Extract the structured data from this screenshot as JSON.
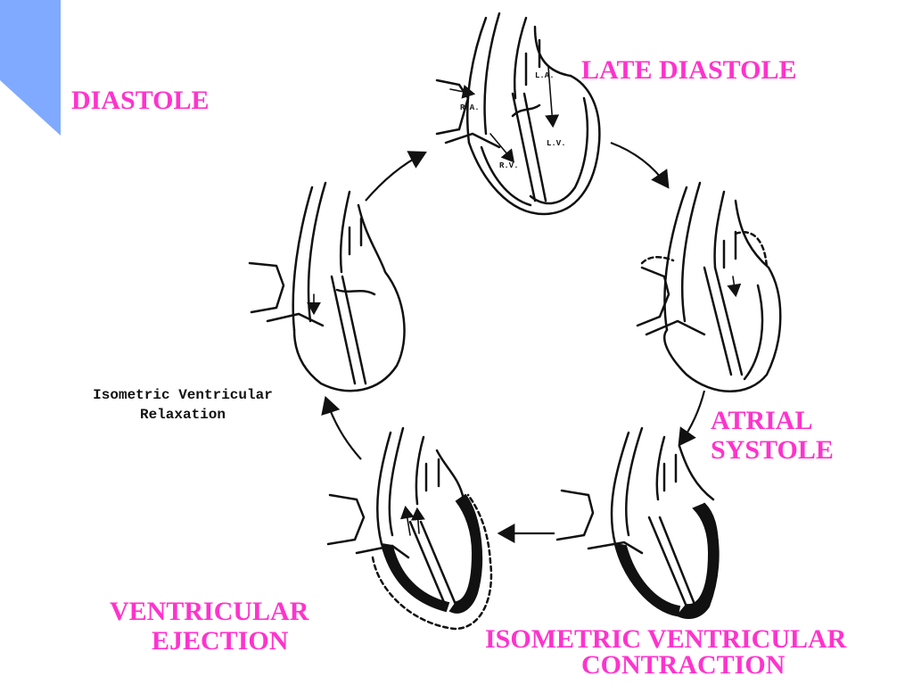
{
  "labels": {
    "diastole": "DIASTOLE",
    "late_diastole": "LATE  DIASTOLE",
    "atrial_systole_1": "ATRIAL",
    "atrial_systole_2": "SYSTOLE",
    "iso_contraction_1": "ISOMETRIC  VENTRICULAR",
    "iso_contraction_2": "CONTRACTION",
    "ventricular_ejection_1": "VENTRICULAR",
    "ventricular_ejection_2": "EJECTION",
    "iso_relaxation_1": "Isometric Ventricular",
    "iso_relaxation_2": "Relaxation"
  },
  "chamber_labels": {
    "la": "L.A.",
    "ra": "R.A.",
    "lv": "L.V.",
    "rv": "R.V."
  },
  "colors": {
    "label_text": "#ff33cc",
    "corner_accent": "#80aaff",
    "line_art": "#111111"
  }
}
